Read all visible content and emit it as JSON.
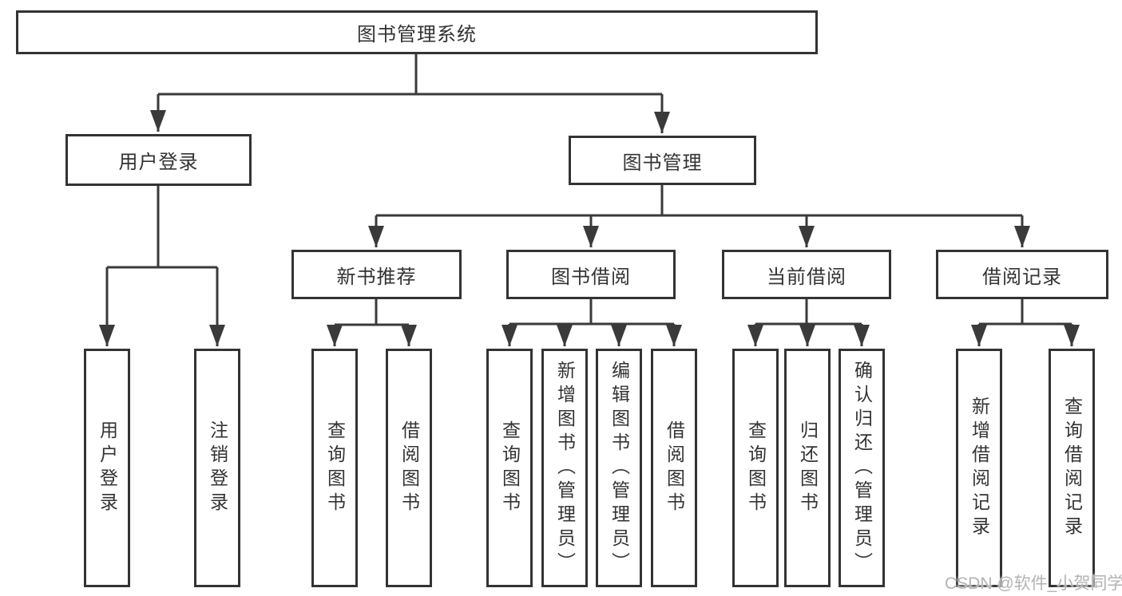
{
  "diagram": {
    "root": {
      "label": "图书管理系统"
    },
    "branches": [
      {
        "label": "用户登录",
        "children": [
          {
            "label": "用户登录"
          },
          {
            "label": "注销登录"
          }
        ]
      },
      {
        "label": "图书管理",
        "children": [
          {
            "label": "新书推荐",
            "children": [
              {
                "label": "查询图书"
              },
              {
                "label": "借阅图书"
              }
            ]
          },
          {
            "label": "图书借阅",
            "children": [
              {
                "label": "查询图书"
              },
              {
                "label": "新增图书（管理员）"
              },
              {
                "label": "编辑图书（管理员）"
              },
              {
                "label": "借阅图书"
              }
            ]
          },
          {
            "label": "当前借阅",
            "children": [
              {
                "label": "查询图书"
              },
              {
                "label": "归还图书"
              },
              {
                "label": "确认归还（管理员）"
              }
            ]
          },
          {
            "label": "借阅记录",
            "children": [
              {
                "label": "新增借阅记录"
              },
              {
                "label": "查询借阅记录"
              }
            ]
          }
        ]
      }
    ]
  },
  "watermark": {
    "text": "CSDN @软件_小贺同学"
  },
  "colors": {
    "line": "#3a3a3a",
    "box_border": "#333333",
    "text": "#333333",
    "watermark": "#b3b3b3",
    "background": "#ffffff"
  }
}
